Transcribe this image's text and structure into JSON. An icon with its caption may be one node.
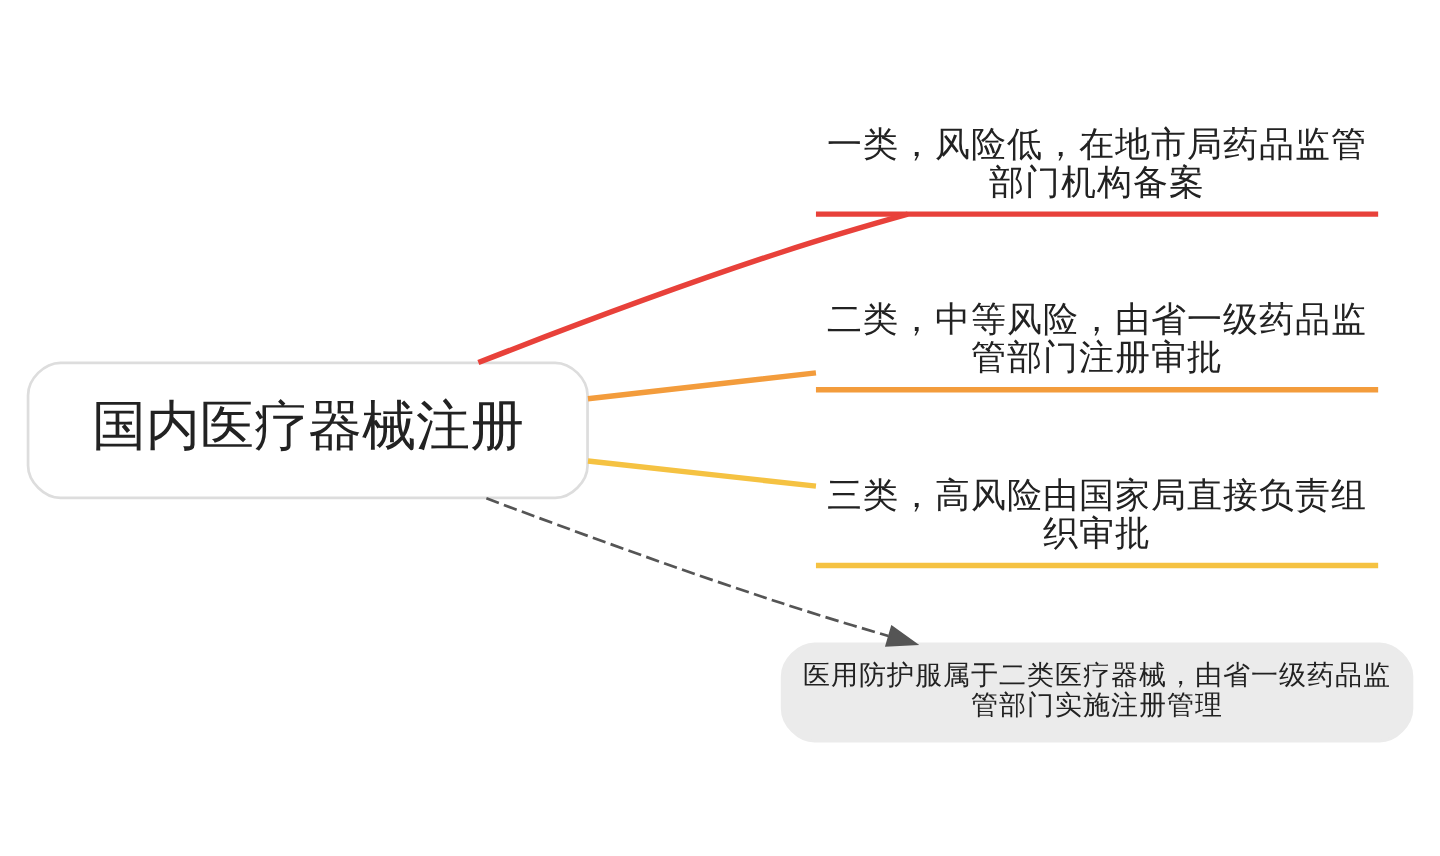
{
  "diagram": {
    "nodes": [
      {
        "text": [
          "国内医疗器械注册"
        ]
      },
      {
        "text": [
          "一类，风险低，在地市局药品监管部门机构备案"
        ]
      },
      {
        "text": [
          "二类，中等风险，由省一级药品监管部门注册审批"
        ]
      },
      {
        "text": [
          "三类，高风险由国家局直接负责组织审批"
        ]
      },
      {
        "text": [
          "医用防护服属于二类医疗器械，由省一级药品监管部门实施注册管理"
        ]
      }
    ],
    "edges": [
      {
        "from": 0,
        "to": 1,
        "arrow": "none",
        "color": "#e8413a"
      },
      {
        "from": 0,
        "to": 2,
        "arrow": "none",
        "color": "#f39c3c"
      },
      {
        "from": 0,
        "to": 3,
        "arrow": "none",
        "color": "#f5c242"
      },
      {
        "from": 0,
        "to": 4,
        "arrow": "to",
        "style": "dashed",
        "color": "#555555"
      }
    ]
  }
}
